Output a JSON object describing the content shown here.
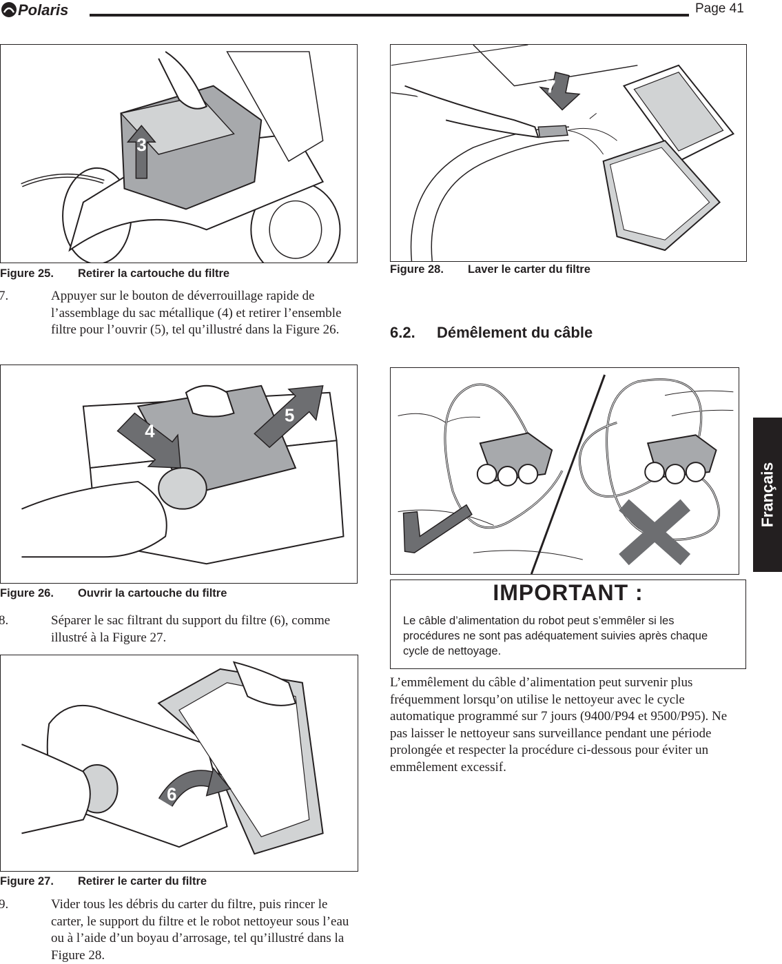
{
  "header": {
    "logo_text": "Polaris",
    "page_label": "Page 41"
  },
  "side_tab": {
    "label": "Français"
  },
  "figures": {
    "fig25": {
      "number": "Figure 25.",
      "title": "Retirer la cartouche du filtre",
      "callout": "3"
    },
    "fig26": {
      "number": "Figure 26.",
      "title": "Ouvrir la cartouche du filtre",
      "callouts": [
        "4",
        "5"
      ]
    },
    "fig27": {
      "number": "Figure 27.",
      "title": "Retirer le carter du filtre",
      "callout": "6"
    },
    "fig28": {
      "number": "Figure 28.",
      "title": "Laver le carter du filtre",
      "callout": "7"
    }
  },
  "steps": [
    {
      "num": "7.",
      "text": "Appuyer sur le bouton de déverrouillage rapide de l’assemblage du sac métallique (4) et retirer l’ensemble filtre pour l’ouvrir (5), tel qu’illustré dans la Figure 26."
    },
    {
      "num": "8.",
      "text": "Séparer le sac filtrant du support du filtre (6), comme illustré à la Figure 27."
    },
    {
      "num": "9.",
      "text": "Vider tous les débris du carter du filtre, puis rincer le carter, le support du filtre et le robot nettoyeur sous l’eau ou à l’aide d’un boyau d’arrosage, tel qu’illustré dans la Figure 28."
    }
  ],
  "section": {
    "number": "6.2.",
    "title": "Démêlement du câble"
  },
  "important": {
    "title": "IMPORTANT :",
    "text": "Le câble d’alimentation du robot peut s’emmêler si les procédures ne sont pas adéquatement suivies après chaque cycle de nettoyage."
  },
  "body_text": "L’emmêlement du câble d’alimentation peut survenir plus fréquemment lorsqu’on utilise le nettoyeur avec le cycle automatique programmé sur 7 jours (9400/P94 et 9500/P95). Ne pas laisser le nettoyeur sans surveillance pendant une période prolongée et respecter la procédure ci-dessous pour éviter un emmêlement excessif.",
  "colors": {
    "ink": "#231f20",
    "arrow_gray": "#6d6e71",
    "part_gray": "#a7a9ac",
    "light_gray": "#d1d3d4"
  }
}
